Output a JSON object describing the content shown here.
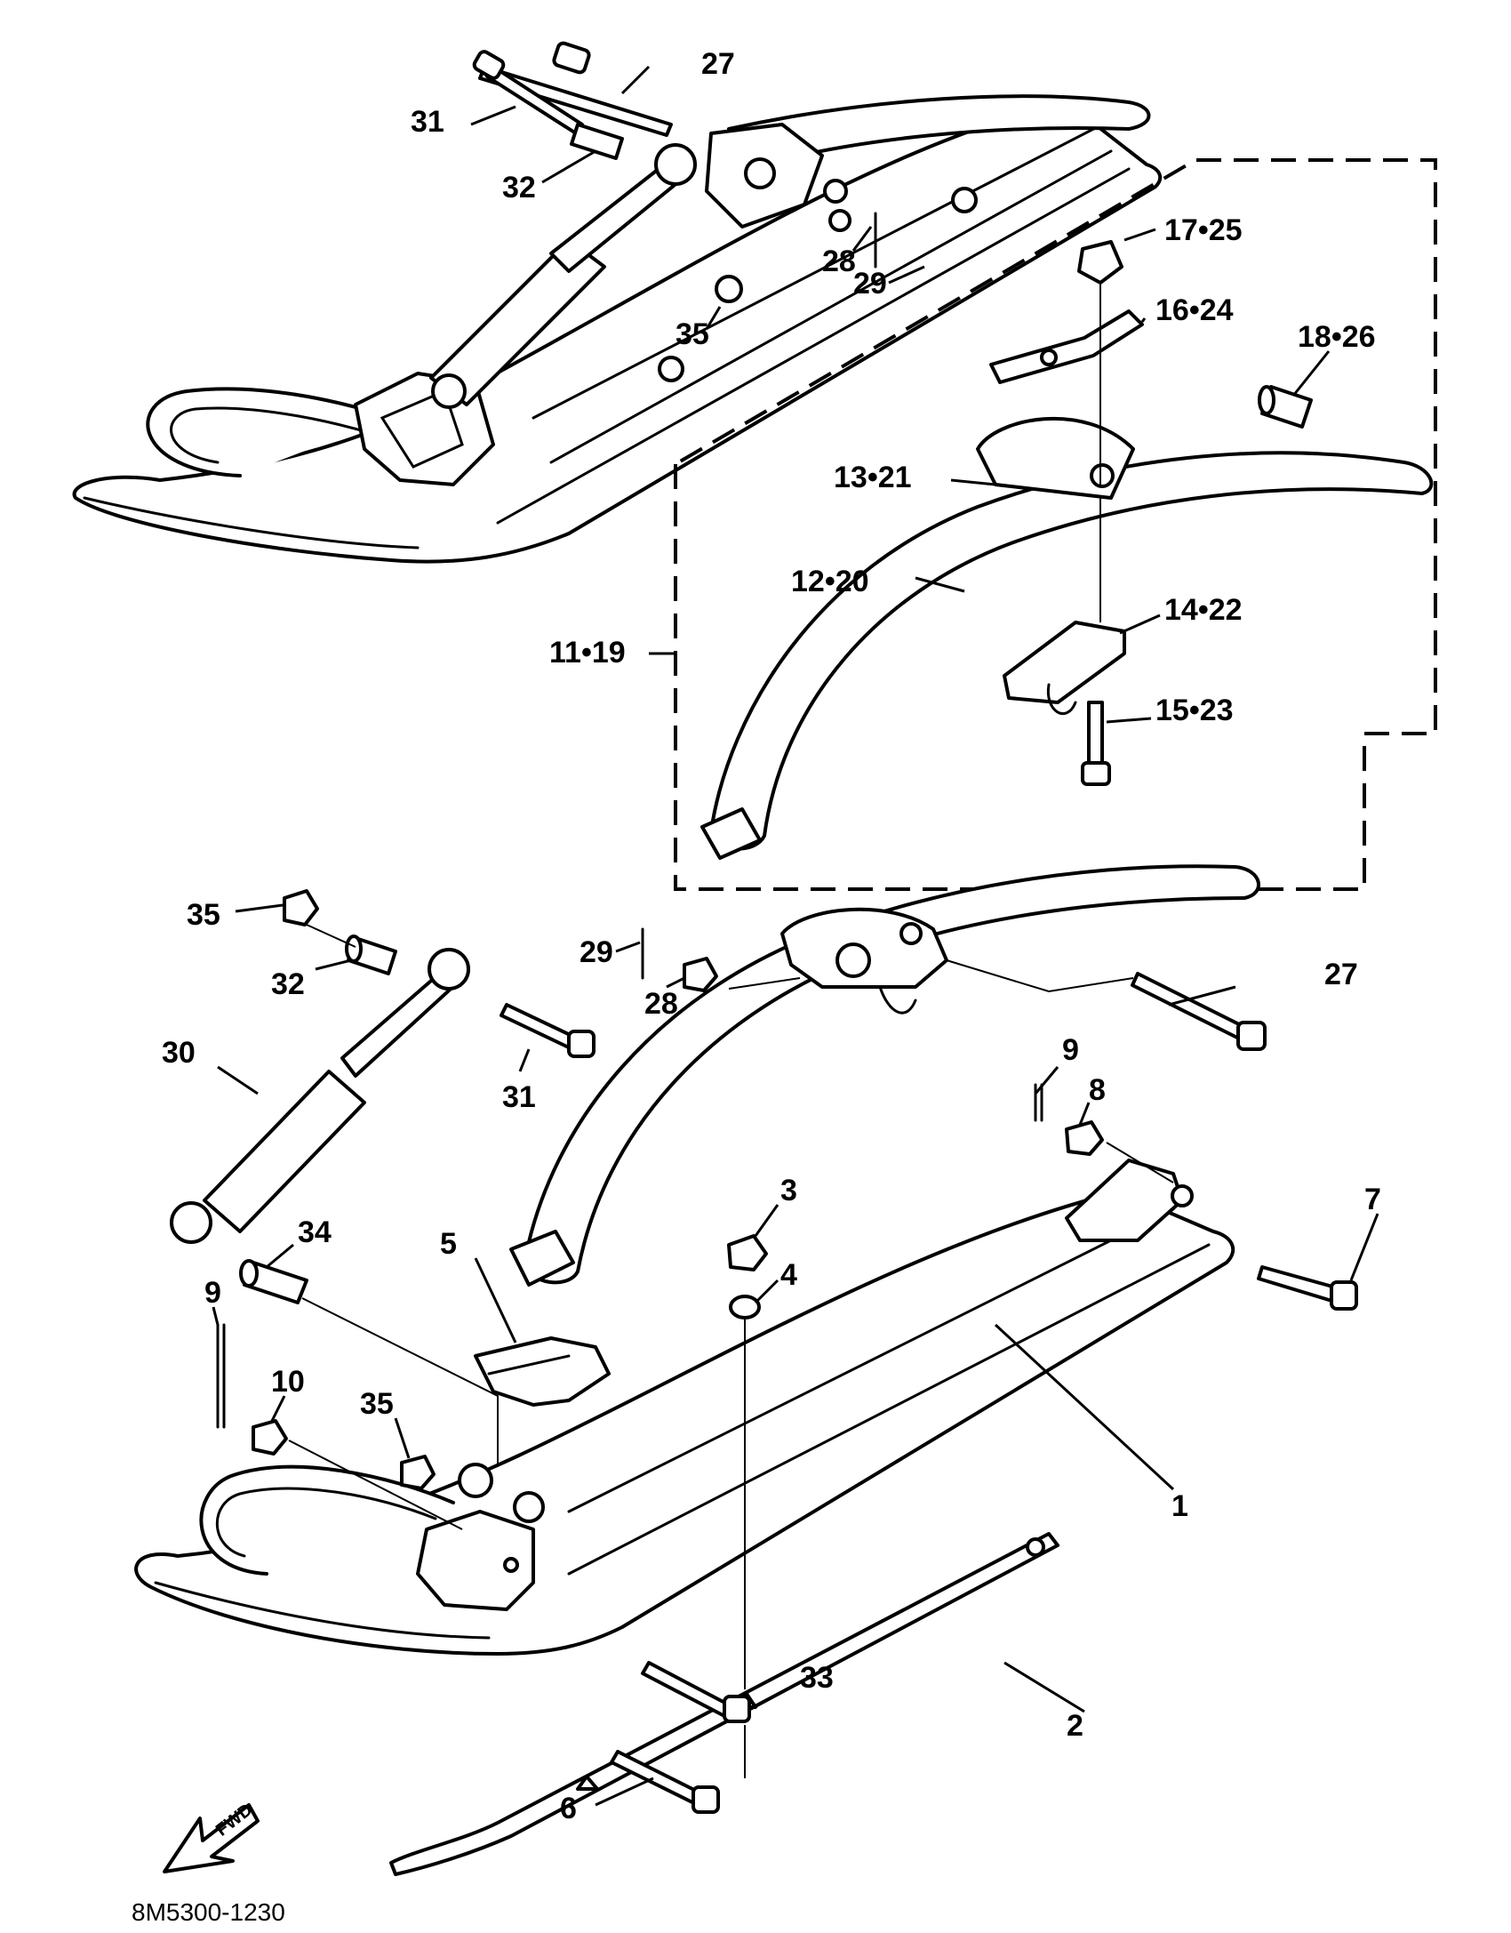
{
  "labels": {
    "l27a": "27",
    "l31a": "31",
    "l32a": "32",
    "l28a": "28",
    "l29a": "29",
    "l35a": "35",
    "l17_25": "17•25",
    "l16_24": "16•24",
    "l18_26": "18•26",
    "l13_21": "13•21",
    "l12_20": "12•20",
    "l11_19": "11•19",
    "l14_22": "14•22",
    "l15_23": "15•23",
    "l35b": "35",
    "l32b": "32",
    "l29b": "29",
    "l28b": "28",
    "l27b": "27",
    "l30": "30",
    "l31b": "31",
    "l9a": "9",
    "l8": "8",
    "l3": "3",
    "l4": "4",
    "l34": "34",
    "l5": "5",
    "l7": "7",
    "l9b": "9",
    "l10": "10",
    "l35c": "35",
    "l1": "1",
    "l33": "33",
    "l2": "2",
    "l6": "6"
  },
  "fwd_text": "FWD",
  "diagram_code": "8M5300-1230"
}
